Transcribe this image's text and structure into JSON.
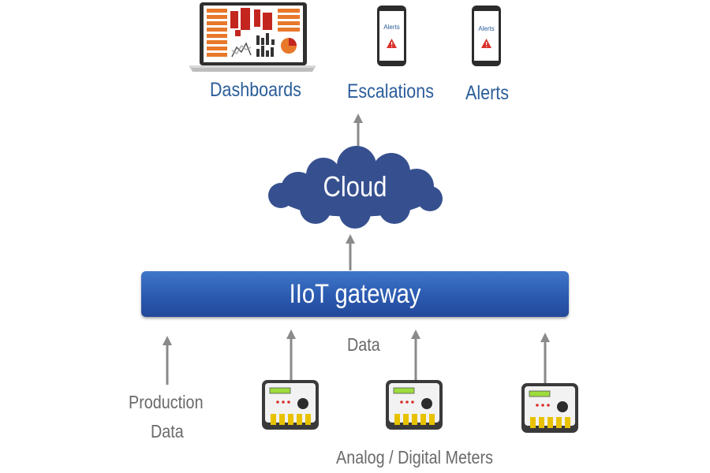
{
  "outputs": {
    "dashboards": "Dashboards",
    "escalations": "Escalations",
    "alerts": "Alerts",
    "phone_screen_text": "Alerts"
  },
  "cloud": {
    "label": "Cloud"
  },
  "gateway": {
    "label": "IIoT gateway"
  },
  "inputs": {
    "data_label": "Data",
    "production_data_line1": "Production",
    "production_data_line2": "Data",
    "meters_label": "Analog / Digital Meters"
  },
  "colors": {
    "label_blue": "#2b5d9a",
    "cloud_fill": "#36508f",
    "gateway_fill": "#2b5ab0",
    "arrow_gray": "#8a8a8a",
    "meter_display": "#9ddc3c",
    "meter_pins": "#e8c200",
    "dashboard_orange": "#e8782a",
    "dashboard_red": "#c3261f"
  }
}
